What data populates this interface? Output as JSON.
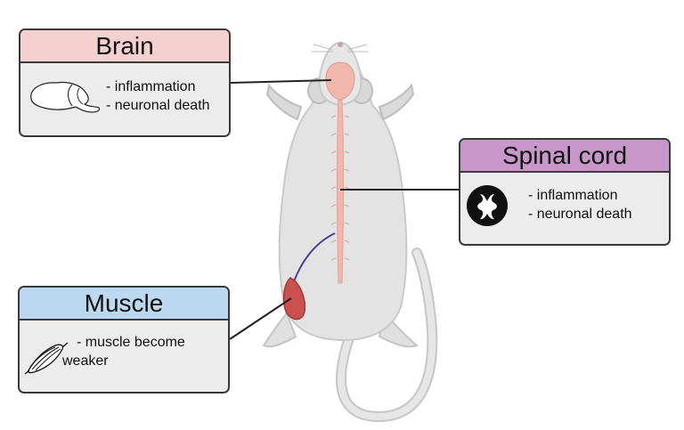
{
  "colors": {
    "brain_header": "#f6cfcf",
    "spinal_header": "#c797c9",
    "muscle_header": "#bcd9f1",
    "panel_body": "#ececec",
    "rat_fur": "#e3e3e3",
    "brain_spine": "#f1b7ad",
    "muscle": "#c9524f",
    "nerve": "#4a3f9a"
  },
  "panels": {
    "brain": {
      "title": "Brain",
      "icon": "brain-icon",
      "bullets": [
        "- inflammation",
        "- neuronal death"
      ]
    },
    "spinal_cord": {
      "title": "Spinal cord",
      "icon": "spinal-cord-cross-section-icon",
      "bullets": [
        "- inflammation",
        "- neuronal death"
      ]
    },
    "muscle": {
      "title": "Muscle",
      "icon": "muscle-icon",
      "bullets": [
        "- muscle become",
        "weaker"
      ]
    }
  }
}
